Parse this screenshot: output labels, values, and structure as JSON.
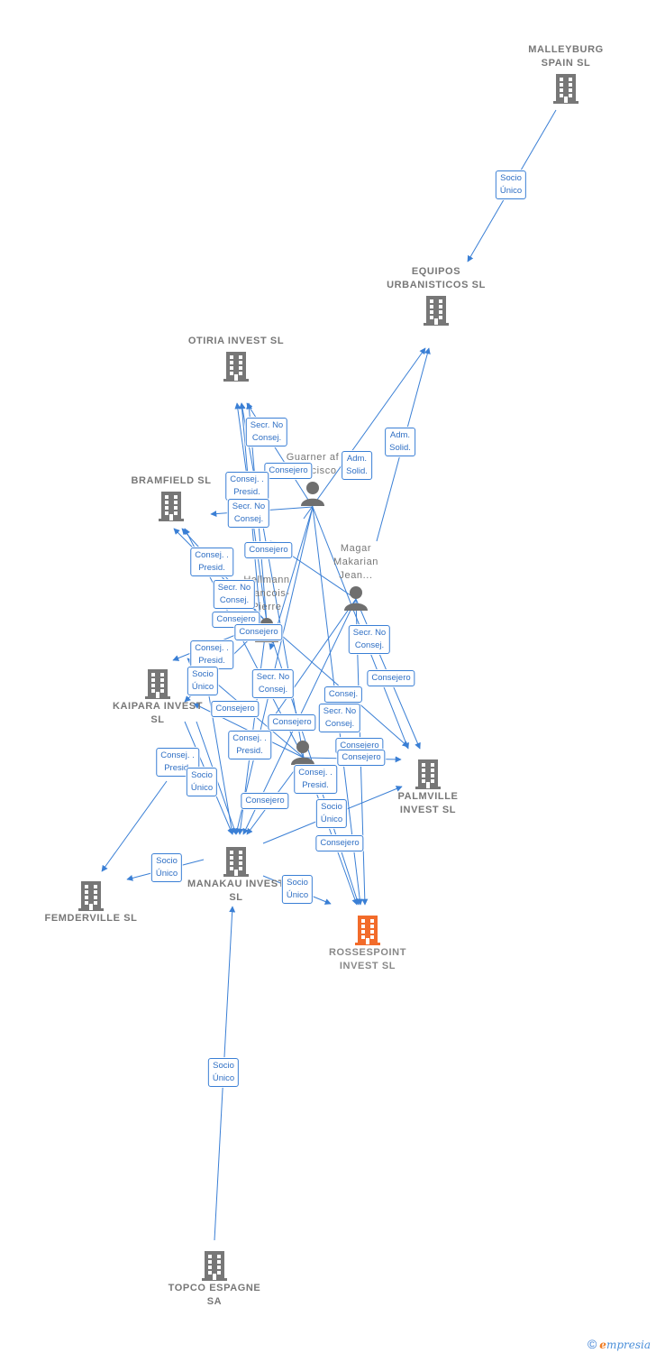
{
  "companies": [
    {
      "id": "malleyburg",
      "label": "MALLEYBURG SPAIN SL"
    },
    {
      "id": "equipos",
      "label": "EQUIPOS URBANISTICOS SL"
    },
    {
      "id": "otiria",
      "label": "OTIRIA INVEST SL"
    },
    {
      "id": "bramfield",
      "label": "BRAMFIELD SL"
    },
    {
      "id": "kaipara",
      "label": "KAIPARA INVEST SL"
    },
    {
      "id": "palmville",
      "label": "PALMVILLE INVEST SL"
    },
    {
      "id": "manakau",
      "label": "MANAKAU INVEST SL"
    },
    {
      "id": "femderville",
      "label": "FEMDERVILLE SL"
    },
    {
      "id": "rossespoint",
      "label": "ROSSESPOINT INVEST SL",
      "focus": true
    },
    {
      "id": "topco",
      "label": "TOPCO ESPAGNE SA"
    }
  ],
  "persons": [
    {
      "id": "guarner",
      "label": "Guarner af Francisco"
    },
    {
      "id": "magar",
      "label": "Magar Makarian Jean..."
    },
    {
      "id": "hellmann",
      "label": "Hellmann Francois-Pierre"
    },
    {
      "id": "person4",
      "label": ""
    }
  ],
  "relations": [
    {
      "label": "Socio Único"
    },
    {
      "label": "Adm. Solid."
    },
    {
      "label": "Adm. Solid."
    },
    {
      "label": "Secr. No Consej."
    },
    {
      "label": "Consejero"
    },
    {
      "label": "Consej. . Presid."
    },
    {
      "label": "Secr. No Consej."
    },
    {
      "label": "Consej. . Presid."
    },
    {
      "label": "Consejero"
    },
    {
      "label": "Secr. No Consej."
    },
    {
      "label": "Consejero"
    },
    {
      "label": "Consejero"
    },
    {
      "label": "Consej. . Presid."
    },
    {
      "label": "Secr. No Consej."
    },
    {
      "label": "Socio Único"
    },
    {
      "label": "Secr. No Consej."
    },
    {
      "label": "Consejero"
    },
    {
      "label": "Consejero"
    },
    {
      "label": "Consej."
    },
    {
      "label": "Consejero"
    },
    {
      "label": "Secr. No Consej."
    },
    {
      "label": "Consejero"
    },
    {
      "label": "Consej. . Presid."
    },
    {
      "label": "Consejero"
    },
    {
      "label": "Consej. . Presid."
    },
    {
      "label": "Socio Único"
    },
    {
      "label": "Consej. . Presid."
    },
    {
      "label": "Consejero"
    },
    {
      "label": "Socio Único"
    },
    {
      "label": "Consejero"
    },
    {
      "label": "Socio Único"
    },
    {
      "label": "Socio Único"
    },
    {
      "label": "Socio Único"
    }
  ],
  "colors": {
    "edge": "#3a7fd5",
    "building": "#777777",
    "focus": "#f26b2a",
    "person": "#6f6f6f"
  },
  "brand": {
    "copyright": "©",
    "initial": "e",
    "rest": "mpresia"
  }
}
